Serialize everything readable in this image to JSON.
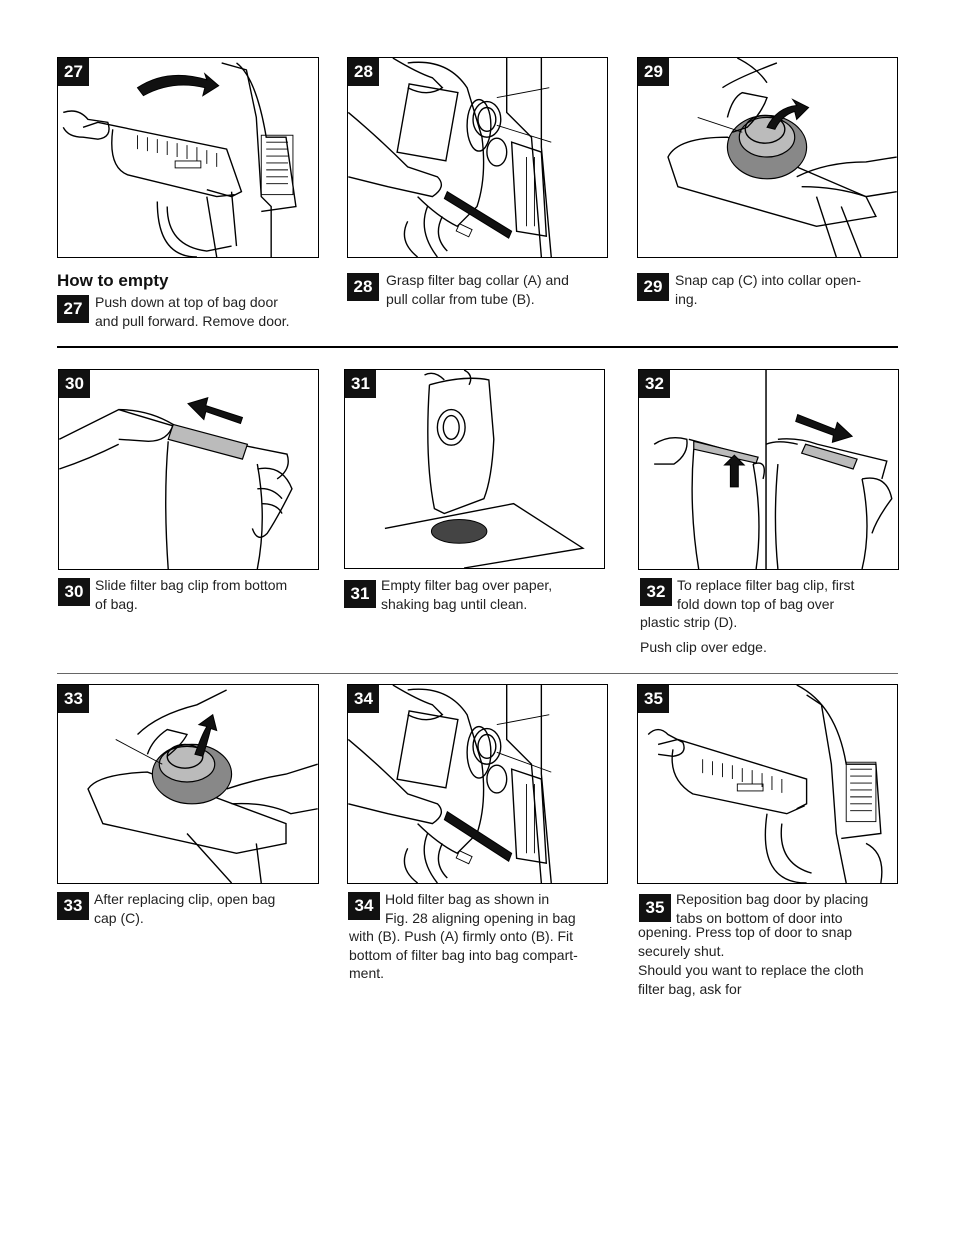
{
  "heading": "How to empty",
  "steps": [
    {
      "num": "27",
      "lines": [
        "Push down at top of bag door",
        "and pull forward.  Remove door."
      ],
      "extra": ""
    },
    {
      "num": "28",
      "lines": [
        "Grasp filter bag collar (A) and",
        "pull collar from tube (B)."
      ],
      "extra": ""
    },
    {
      "num": "29",
      "lines": [
        "Snap cap (C) into collar open-",
        "ing."
      ],
      "extra": ""
    },
    {
      "num": "30",
      "lines": [
        "Slide filter bag clip from bottom",
        "of bag."
      ],
      "extra": ""
    },
    {
      "num": "31",
      "lines": [
        "Empty filter bag over paper,",
        "shaking bag until clean."
      ],
      "extra": ""
    },
    {
      "num": "32",
      "lines": [
        "To replace filter bag clip, first",
        "fold down top of bag over",
        "plastic strip (D)."
      ],
      "extra": "Push clip over edge."
    },
    {
      "num": "33",
      "lines": [
        "After replacing clip, open bag",
        "cap (C)."
      ],
      "extra": ""
    },
    {
      "num": "34",
      "lines": [
        "Hold filter bag as shown in",
        "Fig. 28 aligning opening in bag",
        "with (B).  Push (A) firmly onto (B).  Fit",
        "bottom of filter bag into bag compart-",
        "ment."
      ],
      "extra": ""
    },
    {
      "num": "35",
      "lines": [
        "Reposition bag door by placing",
        "tabs on bottom of door into",
        "opening.  Press top of door to snap",
        "securely shut."
      ],
      "extra": "Should you want to replace the cloth filter bag, ask for"
    }
  ],
  "extra_lines": {
    "step32": [
      "Push clip over edge."
    ],
    "step35": [
      "Should you want to replace the cloth",
      "filter bag, ask for"
    ]
  }
}
